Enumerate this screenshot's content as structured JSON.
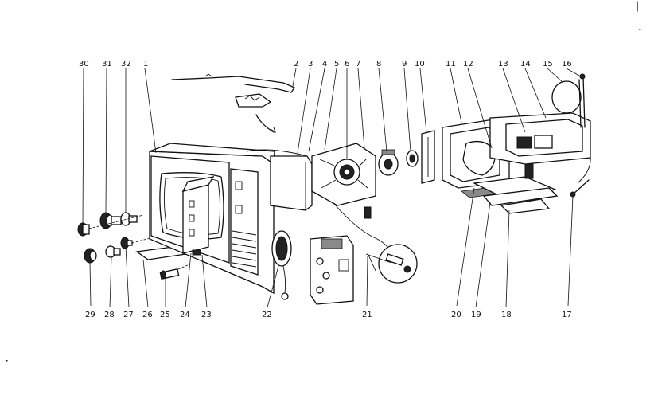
{
  "callouts": [
    {
      "id": "1",
      "label": "1"
    },
    {
      "id": "2",
      "label": "2"
    },
    {
      "id": "3",
      "label": "3"
    },
    {
      "id": "4",
      "label": "4"
    },
    {
      "id": "5",
      "label": "5"
    },
    {
      "id": "6",
      "label": "6"
    },
    {
      "id": "7",
      "label": "7"
    },
    {
      "id": "8",
      "label": "8"
    },
    {
      "id": "9",
      "label": "9"
    },
    {
      "id": "10",
      "label": "10"
    },
    {
      "id": "11",
      "label": "11"
    },
    {
      "id": "12",
      "label": "12"
    },
    {
      "id": "13",
      "label": "13"
    },
    {
      "id": "14",
      "label": "14"
    },
    {
      "id": "15",
      "label": "15"
    },
    {
      "id": "16",
      "label": "16"
    },
    {
      "id": "17",
      "label": "17"
    },
    {
      "id": "18",
      "label": "18"
    },
    {
      "id": "19",
      "label": "19"
    },
    {
      "id": "20",
      "label": "20"
    },
    {
      "id": "21",
      "label": "21"
    },
    {
      "id": "22",
      "label": "22"
    },
    {
      "id": "23",
      "label": "23"
    },
    {
      "id": "24",
      "label": "24"
    },
    {
      "id": "25",
      "label": "25"
    },
    {
      "id": "26",
      "label": "26"
    },
    {
      "id": "27",
      "label": "27"
    },
    {
      "id": "28",
      "label": "28"
    },
    {
      "id": "29",
      "label": "29"
    },
    {
      "id": "30",
      "label": "30"
    },
    {
      "id": "31",
      "label": "31"
    },
    {
      "id": "32",
      "label": "32"
    }
  ]
}
